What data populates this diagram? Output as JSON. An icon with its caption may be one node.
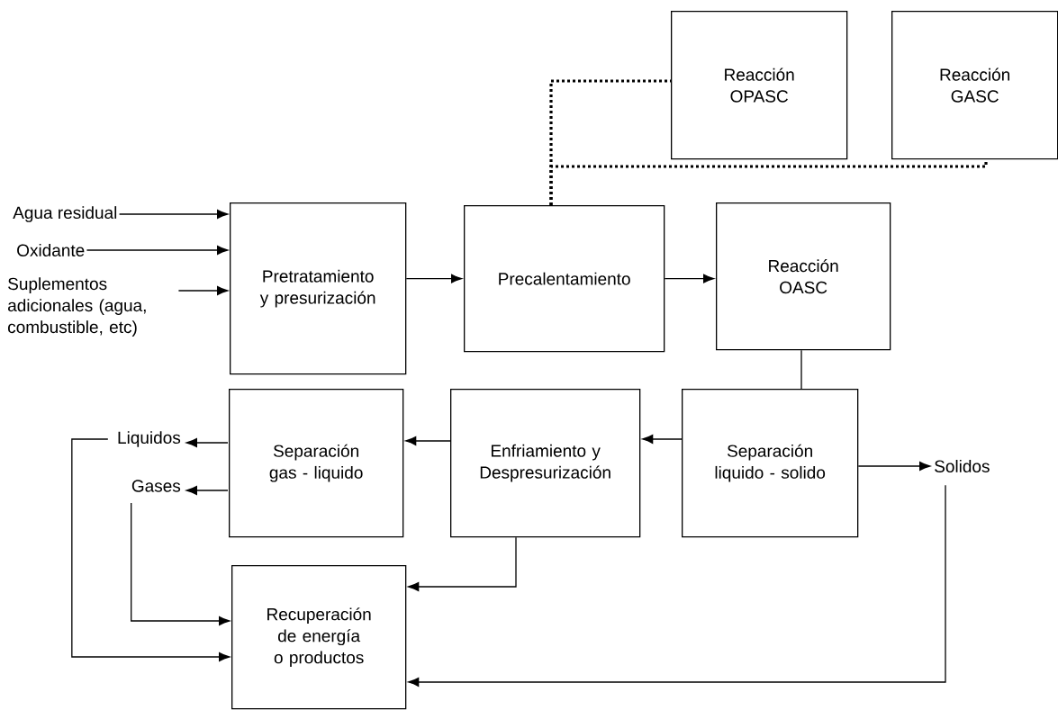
{
  "diagram": {
    "nodes": [
      {
        "text": [
          "Agua residual"
        ]
      },
      {
        "text": [
          "Oxidante"
        ]
      },
      {
        "text": [
          "Suplementos adicionales (agua, combustible, etc)"
        ]
      },
      {
        "text": [
          "Pretratamiento y presurización"
        ]
      },
      {
        "text": [
          "Precalentamiento"
        ]
      },
      {
        "text": [
          "Reacción OASC"
        ]
      },
      {
        "text": [
          "Reacción OPASC"
        ]
      },
      {
        "text": [
          "Reacción GASC"
        ]
      },
      {
        "text": [
          "Separación liquido - solido"
        ]
      },
      {
        "text": [
          "Enfriamiento y Despresurización"
        ]
      },
      {
        "text": [
          "Separación gas - liquido"
        ]
      },
      {
        "text": [
          "Liquidos"
        ]
      },
      {
        "text": [
          "Gases"
        ]
      },
      {
        "text": [
          "Solidos"
        ]
      },
      {
        "text": [
          "Recuperación de energía o productos"
        ]
      }
    ],
    "edges": [
      {
        "from": 0,
        "to": 3,
        "arrow": "to"
      },
      {
        "from": 1,
        "to": 3,
        "arrow": "to"
      },
      {
        "from": 2,
        "to": 3,
        "arrow": "to"
      },
      {
        "from": 3,
        "to": 4,
        "arrow": "to"
      },
      {
        "from": 4,
        "to": 5,
        "arrow": "to"
      },
      {
        "from": 4,
        "to": 6,
        "arrow": "none",
        "style": "dashed"
      },
      {
        "from": 4,
        "to": 7,
        "arrow": "none",
        "style": "dashed"
      },
      {
        "from": 5,
        "to": 8,
        "arrow": "none"
      },
      {
        "from": 8,
        "to": 9,
        "arrow": "to"
      },
      {
        "from": 8,
        "to": 13,
        "arrow": "to"
      },
      {
        "from": 9,
        "to": 10,
        "arrow": "to"
      },
      {
        "from": 10,
        "to": 11,
        "arrow": "to"
      },
      {
        "from": 10,
        "to": 12,
        "arrow": "to"
      },
      {
        "from": 9,
        "to": 14,
        "arrow": "to"
      },
      {
        "from": 12,
        "to": 14,
        "arrow": "to"
      },
      {
        "from": 11,
        "to": 14,
        "arrow": "to"
      },
      {
        "from": 13,
        "to": 14,
        "arrow": "to"
      }
    ]
  }
}
